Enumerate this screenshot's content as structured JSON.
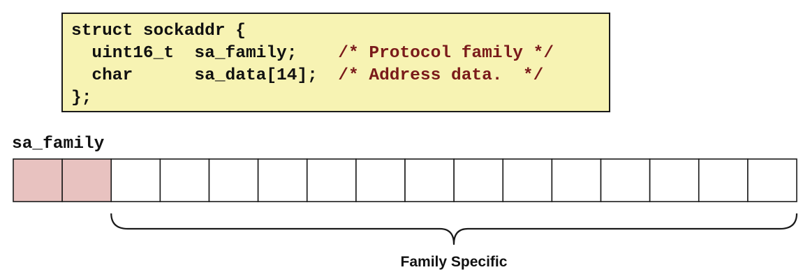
{
  "code": {
    "lines": [
      {
        "code": "struct sockaddr {",
        "comment": ""
      },
      {
        "code": "  uint16_t  sa_family;    ",
        "comment": "/* Protocol family */"
      },
      {
        "code": "  char      sa_data[14];  ",
        "comment": "/* Address data.  */"
      },
      {
        "code": "};",
        "comment": ""
      }
    ]
  },
  "diagram": {
    "field_label": "sa_family",
    "byte_count": 16,
    "highlighted_bytes": 2,
    "caption": "Family Specific"
  },
  "colors": {
    "code_background": "#f7f3b3",
    "comment_text": "#7a1a1a",
    "highlight_fill": "#e8c2c0",
    "cell_border": "#1a1a1a"
  }
}
